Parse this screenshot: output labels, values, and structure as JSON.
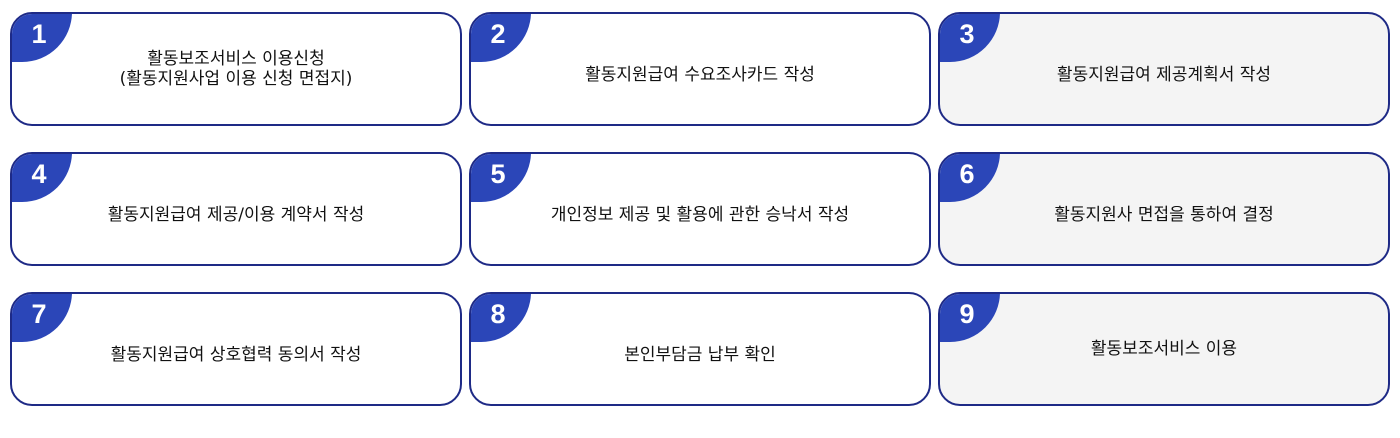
{
  "steps": [
    {
      "number": "1",
      "text": "활동보조서비스 이용신청\n(활동지원사업 이용 신청 면접지)"
    },
    {
      "number": "2",
      "text": "활동지원급여 수요조사카드 작성"
    },
    {
      "number": "3",
      "text": "활동지원급여 제공계획서 작성"
    },
    {
      "number": "4",
      "text": "활동지원급여 제공/이용 계약서 작성"
    },
    {
      "number": "5",
      "text": "개인정보 제공 및 활용에 관한 승낙서 작성"
    },
    {
      "number": "6",
      "text": "활동지원사 면접을 통하여 결정"
    },
    {
      "number": "7",
      "text": "활동지원급여 상호협력 동의서 작성"
    },
    {
      "number": "8",
      "text": "본인부담금 납부 확인"
    },
    {
      "number": "9",
      "text": "활동보조서비스 이용"
    }
  ],
  "colors": {
    "badge": "#2b46b8",
    "border": "#1e2a86",
    "shaded_card": "#f4f4f4"
  }
}
